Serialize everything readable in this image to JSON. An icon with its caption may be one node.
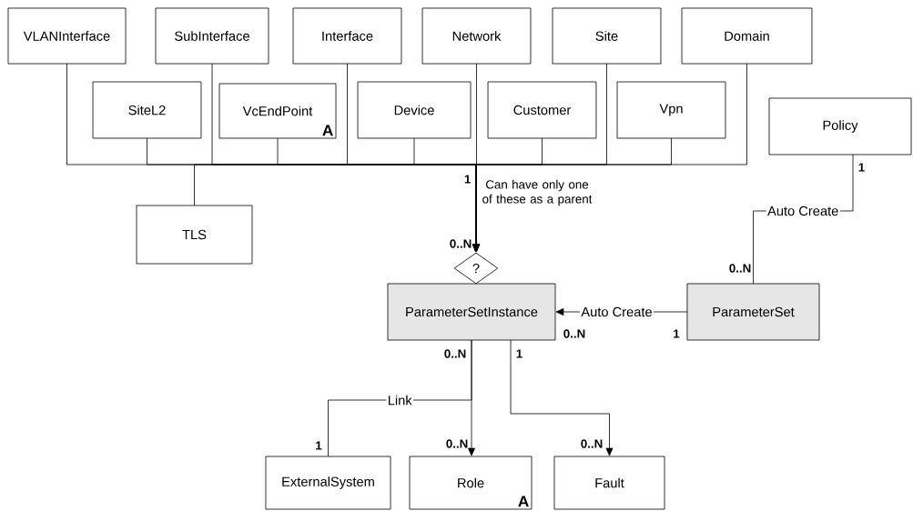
{
  "diagram": {
    "nodes": [
      {
        "text": [
          "VLANInterface"
        ]
      },
      {
        "text": [
          "SubInterface"
        ]
      },
      {
        "text": [
          "Interface"
        ]
      },
      {
        "text": [
          "Network"
        ]
      },
      {
        "text": [
          "Site"
        ]
      },
      {
        "text": [
          "Domain"
        ]
      },
      {
        "text": [
          "SiteL2"
        ]
      },
      {
        "text": [
          "VcEndPoint",
          "A"
        ]
      },
      {
        "text": [
          "Device"
        ]
      },
      {
        "text": [
          "Customer"
        ]
      },
      {
        "text": [
          "Vpn"
        ]
      },
      {
        "text": [
          "Policy"
        ]
      },
      {
        "text": [
          "TLS"
        ]
      },
      {
        "text": [
          "?"
        ]
      },
      {
        "text": [
          "ParameterSetInstance"
        ]
      },
      {
        "text": [
          "ParameterSet"
        ]
      },
      {
        "text": [
          "ExternalSystem"
        ]
      },
      {
        "text": [
          "Role",
          "A"
        ]
      },
      {
        "text": [
          "Fault"
        ]
      }
    ],
    "edges": [
      {
        "from": 0,
        "to": 13,
        "arrow": "to"
      },
      {
        "from": 1,
        "to": 13,
        "arrow": "to"
      },
      {
        "from": 2,
        "to": 13,
        "arrow": "to"
      },
      {
        "from": 3,
        "to": 13,
        "arrow": "to"
      },
      {
        "from": 4,
        "to": 13,
        "arrow": "to"
      },
      {
        "from": 5,
        "to": 13,
        "arrow": "to"
      },
      {
        "from": 6,
        "to": 13,
        "arrow": "to"
      },
      {
        "from": 7,
        "to": 13,
        "arrow": "to"
      },
      {
        "from": 8,
        "to": 13,
        "arrow": "to"
      },
      {
        "from": 9,
        "to": 13,
        "arrow": "to"
      },
      {
        "from": 10,
        "to": 13,
        "arrow": "to"
      },
      {
        "from": 12,
        "to": 13,
        "arrow": "to"
      },
      {
        "from": 11,
        "to": 15,
        "arrow": "none",
        "label": "Auto Create"
      },
      {
        "from": 15,
        "to": 14,
        "arrow": "to",
        "label": "Auto Create"
      },
      {
        "from": 14,
        "to": 16,
        "arrow": "none",
        "label": "Link"
      },
      {
        "from": 14,
        "to": 17,
        "arrow": "to"
      },
      {
        "from": 14,
        "to": 18,
        "arrow": "to"
      }
    ],
    "labels": [
      "1",
      "Can have only one of these as a parent",
      "0..N",
      "1",
      "0..N",
      "0..N",
      "1",
      "0..N",
      "1",
      "1",
      "0..N",
      "0..N"
    ]
  }
}
